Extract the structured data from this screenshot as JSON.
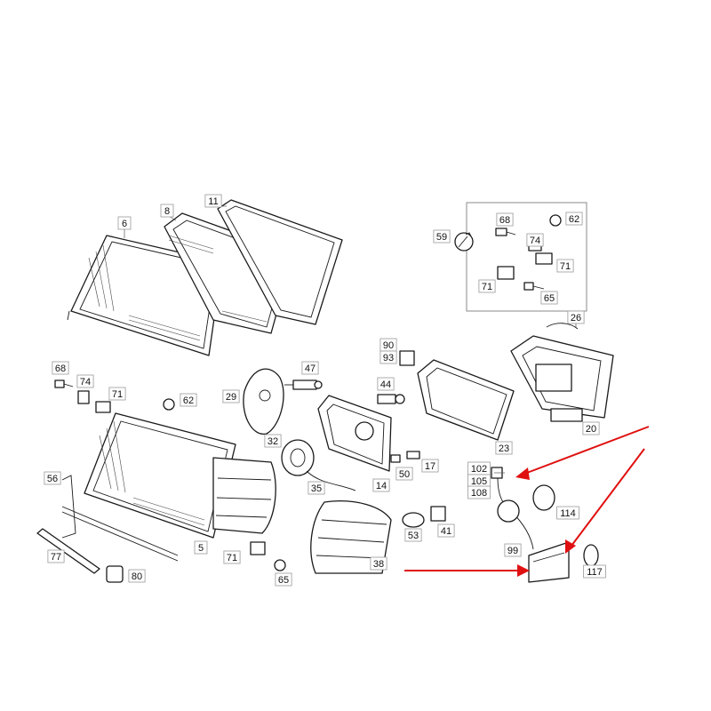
{
  "diagram": {
    "part_numbers": [
      "6",
      "8",
      "11",
      "59",
      "68",
      "62",
      "74",
      "71",
      "71",
      "65",
      "26",
      "90",
      "93",
      "47",
      "68",
      "74",
      "71",
      "62",
      "29",
      "44",
      "32",
      "50",
      "17",
      "35",
      "14",
      "23",
      "20",
      "56",
      "102",
      "105",
      "108",
      "114",
      "53",
      "41",
      "99",
      "117",
      "38",
      "5",
      "71",
      "65",
      "77",
      "80"
    ],
    "highlighted_part": "99",
    "colors": {
      "highlight": "#f5e61b",
      "arrow": "#e01010",
      "line": "#1a1a1a"
    }
  }
}
